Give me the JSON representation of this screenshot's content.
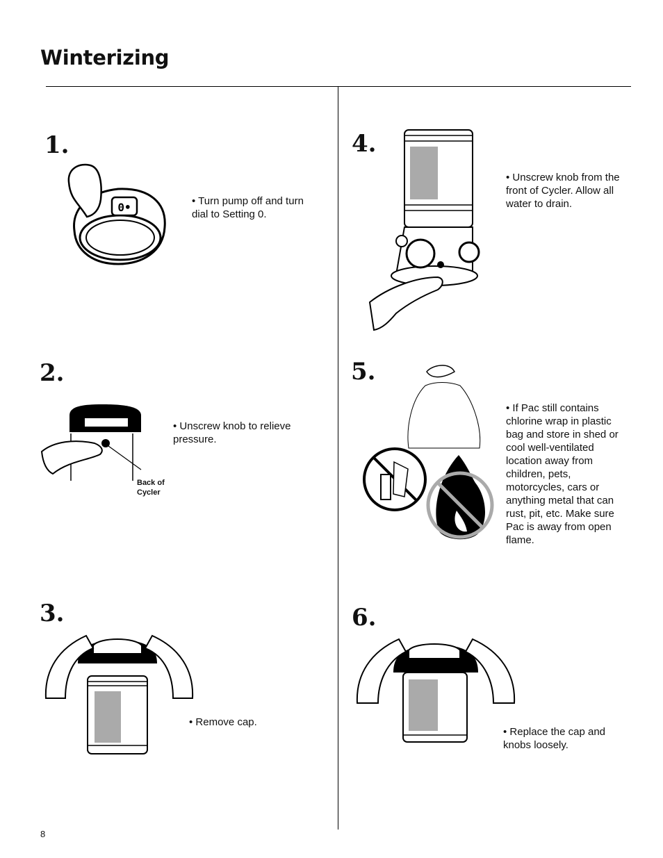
{
  "page": {
    "title": "Winterizing",
    "page_number": "8"
  },
  "steps": [
    {
      "number": "1.",
      "text": "• Turn pump off and turn dial to Setting 0.",
      "dial_label": "0•"
    },
    {
      "number": "2.",
      "text": "• Unscrew knob to relieve pressure.",
      "callout": "Back of Cycler"
    },
    {
      "number": "3.",
      "text": "• Remove cap."
    },
    {
      "number": "4.",
      "text": "• Unscrew knob from the front of Cycler. Allow all water to drain."
    },
    {
      "number": "5.",
      "text": "• If Pac still contains chlorine wrap in plastic bag and store in shed or cool well-ventilated location away from children, pets, motorcycles, cars or anything metal that can rust, pit, etc. Make sure Pac is away from open flame."
    },
    {
      "number": "6.",
      "text": "• Replace the cap and knobs loosely."
    }
  ],
  "icons": [
    "dial-illustration",
    "knob-illustration",
    "remove-cap-illustration",
    "drain-illustration",
    "bag-no-metal-no-flame-illustration",
    "replace-cap-illustration"
  ]
}
